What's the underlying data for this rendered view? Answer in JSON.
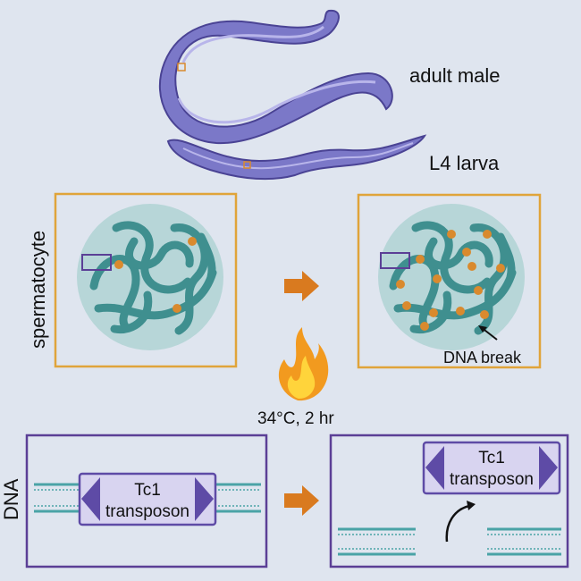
{
  "labels": {
    "adult_male": "adult male",
    "l4_larva": "L4 larva",
    "spermatocyte": "spermatocyte",
    "dna_break": "DNA break",
    "condition": "34°C, 2 hr",
    "dna": "DNA",
    "transposon_left_line1": "Tc1",
    "transposon_left_line2": "transposon",
    "transposon_right_line1": "Tc1",
    "transposon_right_line2": "transposon"
  },
  "colors": {
    "background": "#dfe5ef",
    "worm": "#7b78c8",
    "worm_dark": "#4a4394",
    "nucleus": "#b7d6d8",
    "chromatin": "#3f8f8f",
    "break": "#d98a2e",
    "frame_gold": "#e0a43a",
    "frame_purple": "#5b3f96",
    "arrow": "#d97a1f",
    "transposon_fill": "#d8d4f0",
    "transposon_end": "#5e4ba6",
    "dna_teal": "#4aa3a6",
    "flame_outer": "#f29a1f",
    "flame_inner": "#ffd43b"
  },
  "icons": [
    "worm-adult-male",
    "worm-l4-larva",
    "nucleus-before",
    "nucleus-after",
    "flame-icon",
    "process-arrow-icon",
    "curved-arrow-icon"
  ]
}
